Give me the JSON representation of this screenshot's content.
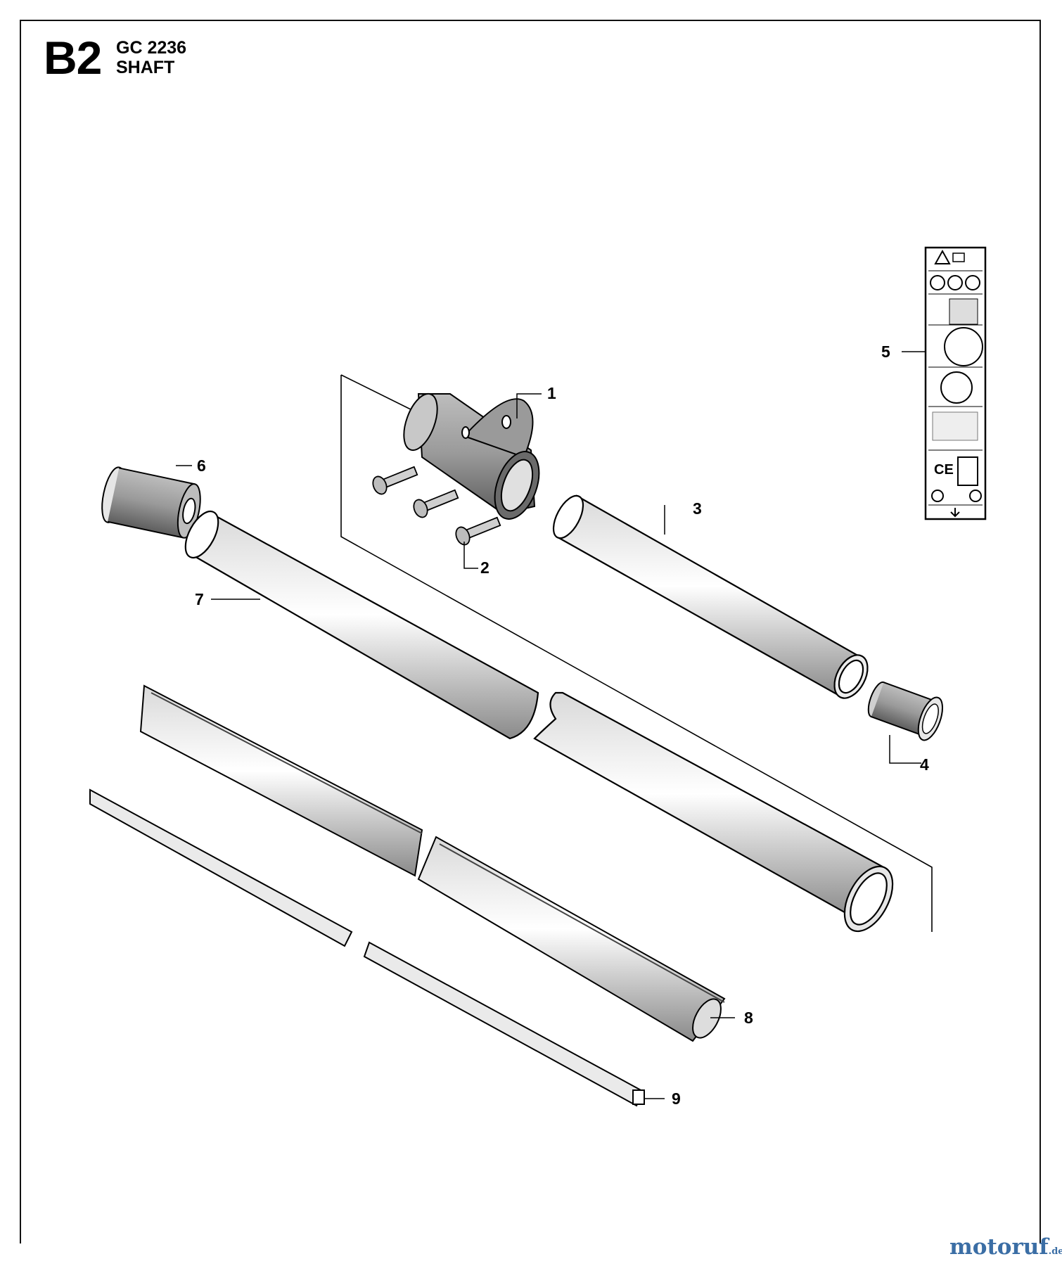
{
  "header": {
    "section": "B2",
    "model": "GC 2236",
    "title": "SHAFT"
  },
  "callouts": [
    "1",
    "2",
    "3",
    "4",
    "5",
    "6",
    "7",
    "8",
    "9"
  ],
  "watermark": {
    "name": "motoruf",
    "tld": ".de"
  }
}
